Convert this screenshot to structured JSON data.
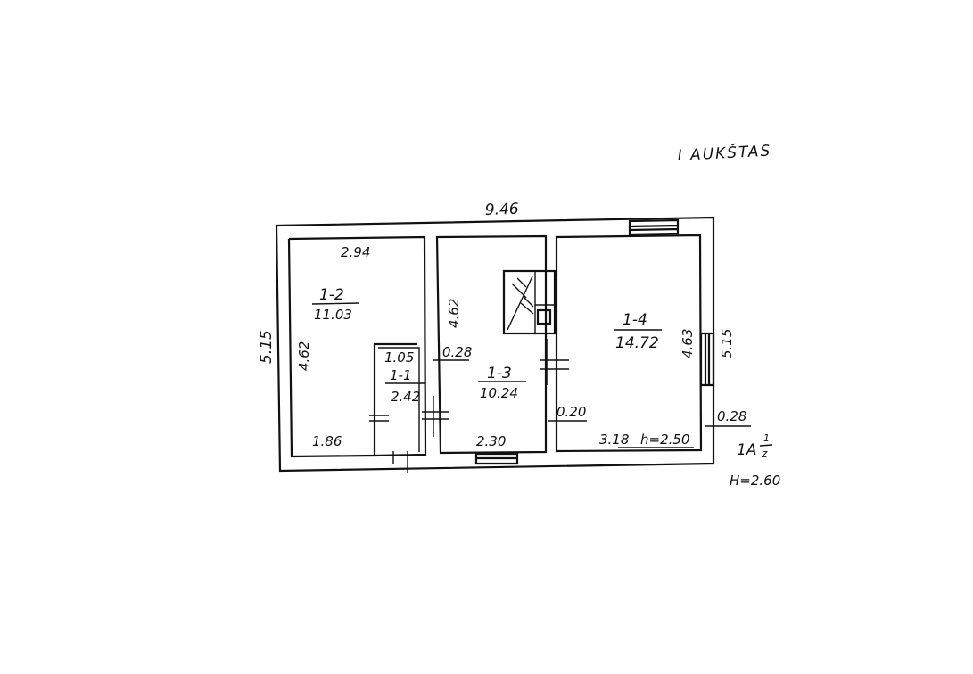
{
  "floor_title": "I AUKŠTAS",
  "overall": {
    "width": "9.46",
    "height": "5.15"
  },
  "rooms": [
    {
      "id": "1-2",
      "area": "11.03",
      "dim_top": "2.94",
      "dim_left": "4.62",
      "dim_bottom": "1.86"
    },
    {
      "id": "1-1",
      "area": "2.42",
      "dim_top": "1.05"
    },
    {
      "id": "1-3",
      "area": "10.24",
      "dim_left": "4.62",
      "dim_bottom": "2.30"
    },
    {
      "id": "1-4",
      "area": "14.72",
      "dim_right": "4.63",
      "dim_bottom": "3.18"
    }
  ],
  "wall_thickness": {
    "inner_left": "0.28",
    "inner_right": "0.20",
    "outer_right": "0.28"
  },
  "room_height": "h=2.50",
  "outer_right_height": "5.15",
  "building_mark": {
    "code": "1A",
    "fraction_num": "1",
    "fraction_den": "z"
  },
  "building_height": "H=2.60"
}
